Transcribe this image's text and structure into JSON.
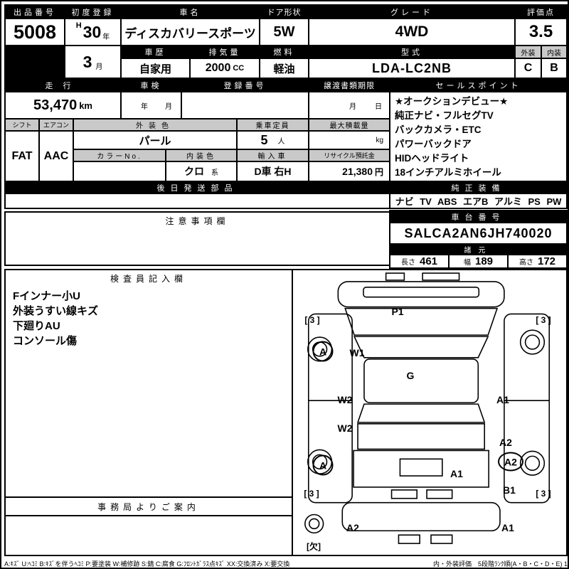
{
  "colors": {
    "bar_bg": "#000000",
    "bar_fg": "#ffffff",
    "gray_header": "#c9c9c9",
    "paper": "#ffffff",
    "ink": "#000000"
  },
  "top": {
    "exhibit": {
      "label": "出品番号",
      "value": "5008"
    },
    "first_reg": {
      "label": "初度登録",
      "era": "H",
      "year": "30",
      "year_unit": "年",
      "month": "3",
      "month_unit": "月"
    },
    "car_name": {
      "label": "車名",
      "value": "ディスカバリースポーツ"
    },
    "door": {
      "label": "ドア形状",
      "value": "5W"
    },
    "grade": {
      "label": "グレード",
      "value": "4WD"
    },
    "score": {
      "label": "評価点",
      "value": "3.5"
    },
    "history": {
      "label": "車歴",
      "value": "自家用"
    },
    "displacement": {
      "label": "排気量",
      "value": "2000",
      "unit": "CC"
    },
    "fuel": {
      "label": "燃料",
      "value": "軽油"
    },
    "model": {
      "label": "型式",
      "value": "LDA-LC2NB"
    },
    "exterior": {
      "label": "外装",
      "value": "C"
    },
    "interior": {
      "label": "内装",
      "value": "B"
    }
  },
  "mid": {
    "mileage": {
      "label": "走行",
      "value": "53,470",
      "unit": "km"
    },
    "inspection": {
      "label": "車検",
      "year_unit": "年",
      "month_unit": "月"
    },
    "registration": {
      "label": "登録番号",
      "value": ""
    },
    "transfer": {
      "label": "譲渡書類期限",
      "month_unit": "月",
      "day_unit": "日"
    },
    "sales": {
      "label": "セールスポイント",
      "items": [
        "★オークションデビュー★",
        "純正ナビ・フルセグTV",
        "バックカメラ・ETC",
        "パワーバックドア",
        "HIDヘッドライト",
        "18インチアルミホイール"
      ]
    }
  },
  "spec": {
    "shift": {
      "label": "シフト",
      "value": "FAT"
    },
    "aircon": {
      "label": "エアコン",
      "value": "AAC"
    },
    "ext_color": {
      "label": "外装色",
      "value": "パール"
    },
    "capacity": {
      "label": "乗車定員",
      "value": "5",
      "unit": "人"
    },
    "max_load": {
      "label": "最大積載量",
      "unit": "kg"
    },
    "color_no": {
      "label": "カラーNo.",
      "value": ""
    },
    "int_color": {
      "label": "内装色",
      "value": "クロ",
      "unit": "系"
    },
    "import_car": {
      "label": "輸入車",
      "value": "D車 右H"
    },
    "recycle": {
      "label": "リサイクル預託金",
      "value": "21,380",
      "unit": "円"
    }
  },
  "later_parts": {
    "label": "後日発送部品",
    "value": ""
  },
  "equipment": {
    "label": "純正装備",
    "value": "ナビ TV ABS エアB アルミ PS PW"
  },
  "notes": {
    "label": "注意事項欄",
    "value": ""
  },
  "chassis": {
    "label": "車台番号",
    "value": "SALCA2AN6JH740020"
  },
  "dims": {
    "label": "諸元",
    "length_label": "長さ",
    "length": "461",
    "width_label": "幅",
    "width": "189",
    "height_label": "高さ",
    "height": "172"
  },
  "inspector": {
    "label": "検査員記入欄",
    "lines": [
      "Fインナー小U",
      "外装うすい線キズ",
      "下廻りAU",
      "コンソール傷"
    ]
  },
  "office": {
    "label": "事務局よりご案内"
  },
  "diagram": {
    "marks": [
      "P1",
      "[ 3 ]",
      "[ 3 ]",
      "A",
      "W1",
      "G",
      "W2",
      "A1",
      "W2",
      "A2",
      "A",
      "A2",
      "A1",
      "B1",
      "[ 3 ]",
      "[ 3 ]",
      "A2",
      "A1",
      "[欠]"
    ]
  },
  "legend": {
    "left": "A:ｷｽﾞ U:ﾍｺﾐ B:ｷｽﾞを伴うﾍｺﾐ P:要塗装 W:補修跡 S:錆 C:腐食 G:ﾌﾛﾝﾄｶﾞﾗｽ点ｷｽﾞ XX:交換済み X:要交換",
    "right": "内・外装評価　5段階ﾗﾝｸ順(A・B・C・D・E) 1"
  }
}
